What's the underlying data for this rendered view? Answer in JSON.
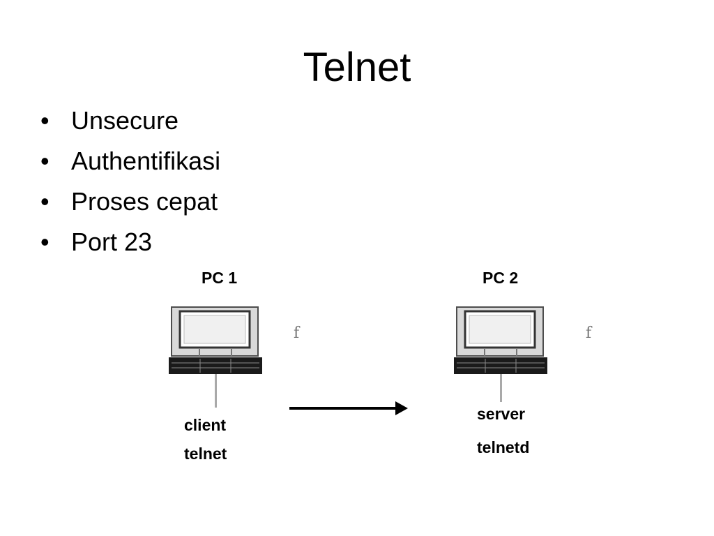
{
  "slide": {
    "title": "Telnet",
    "bullets": [
      {
        "text": "Unsecure"
      },
      {
        "text": "Authentifikasi"
      },
      {
        "text": "Proses cepat"
      },
      {
        "text": "Port 23"
      }
    ],
    "bullet_char": "•"
  },
  "diagram": {
    "pc1": {
      "name": "PC 1",
      "role": "client",
      "program": "telnet",
      "icon": "laptop-icon"
    },
    "pc2": {
      "name": "PC 2",
      "role": "server",
      "program": "telnetd",
      "icon": "laptop-icon"
    },
    "arrow": {
      "direction": "right",
      "icon": "arrow-right-icon"
    },
    "colors": {
      "text": "#000000",
      "laptop_body": "#d9d9d9",
      "laptop_outline": "#4d4d4d",
      "keyboard": "#1a1a1a",
      "connector": "#a9a9a9",
      "arrow": "#000000"
    }
  }
}
